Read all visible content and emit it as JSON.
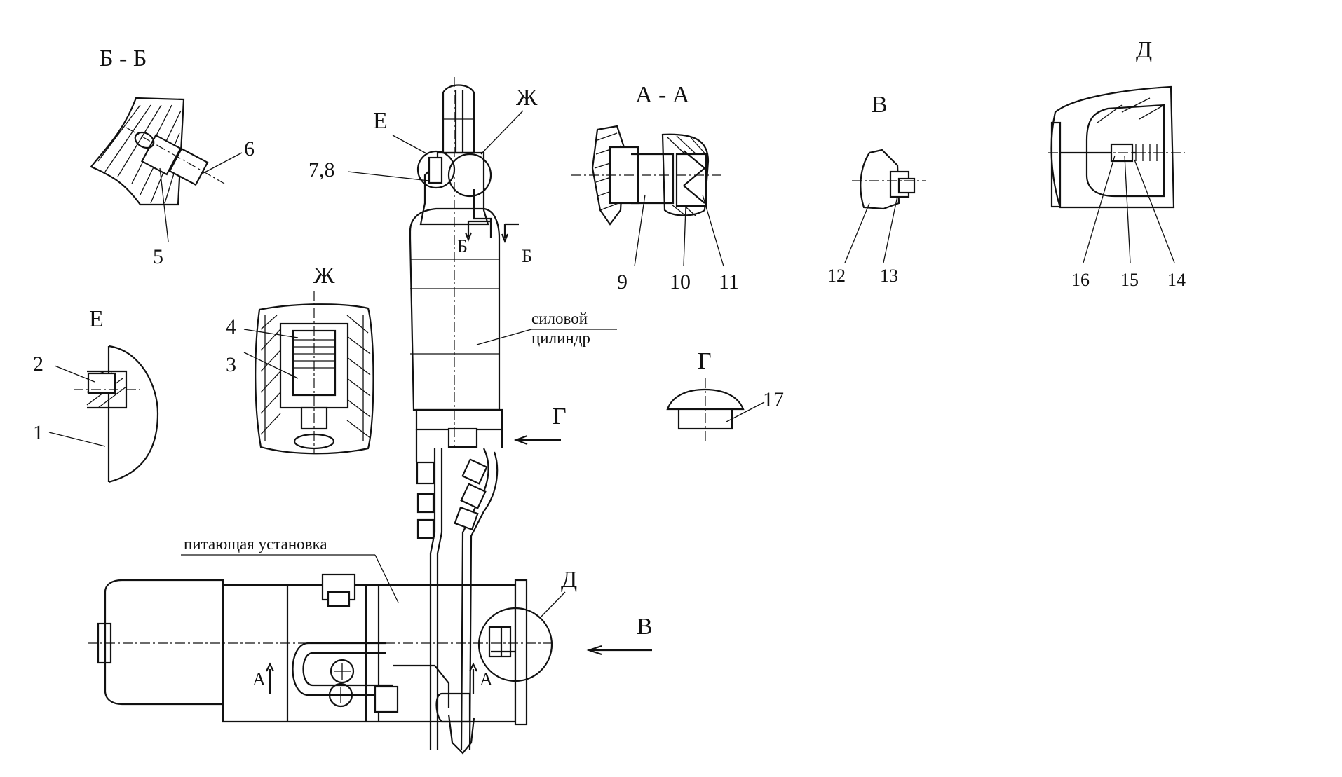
{
  "views": {
    "bb": "Б - Б",
    "aa": "А - А",
    "v": "В",
    "d": "Д",
    "e": "Е",
    "zh": "Ж",
    "g": "Г"
  },
  "markers": {
    "e": "Е",
    "zh": "Ж",
    "b_left": "Б",
    "b_right": "Б",
    "g": "Г",
    "d": "Д",
    "v": "В",
    "a_left": "А",
    "a_right": "А"
  },
  "parts": {
    "p1": "1",
    "p2": "2",
    "p3": "3",
    "p4": "4",
    "p5": "5",
    "p6": "6",
    "p78": "7,8",
    "p9": "9",
    "p10": "10",
    "p11": "11",
    "p12": "12",
    "p13": "13",
    "p14": "14",
    "p15": "15",
    "p16": "16",
    "p17": "17"
  },
  "captions": {
    "power_cylinder_line1": "силовой",
    "power_cylinder_line2": "цилиндр",
    "feed_unit": "питающая установка"
  }
}
